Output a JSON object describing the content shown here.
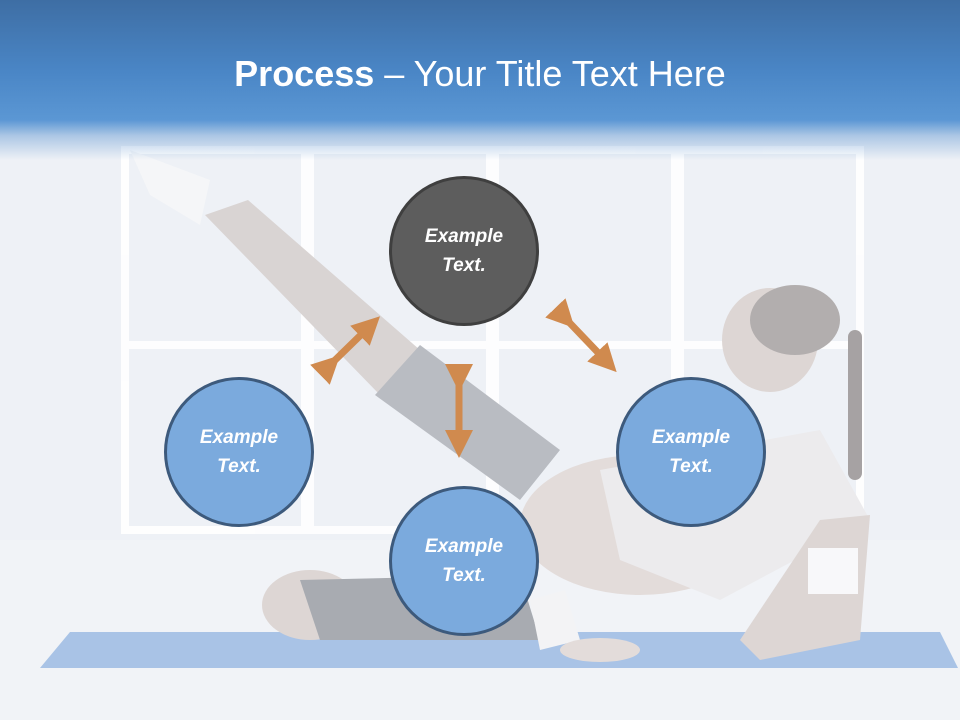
{
  "slide": {
    "title_bold": "Process",
    "title_rest": " – Your Title Text Here",
    "circles": {
      "top": "Example Text.",
      "left": "Example Text.",
      "right": "Example Text.",
      "bottom": "Example Text."
    }
  },
  "colors": {
    "header": "#4a86c6",
    "circle_top": "#5d5d5d",
    "circle_blue": "#7baadd",
    "arrow": "#d08a4e"
  }
}
